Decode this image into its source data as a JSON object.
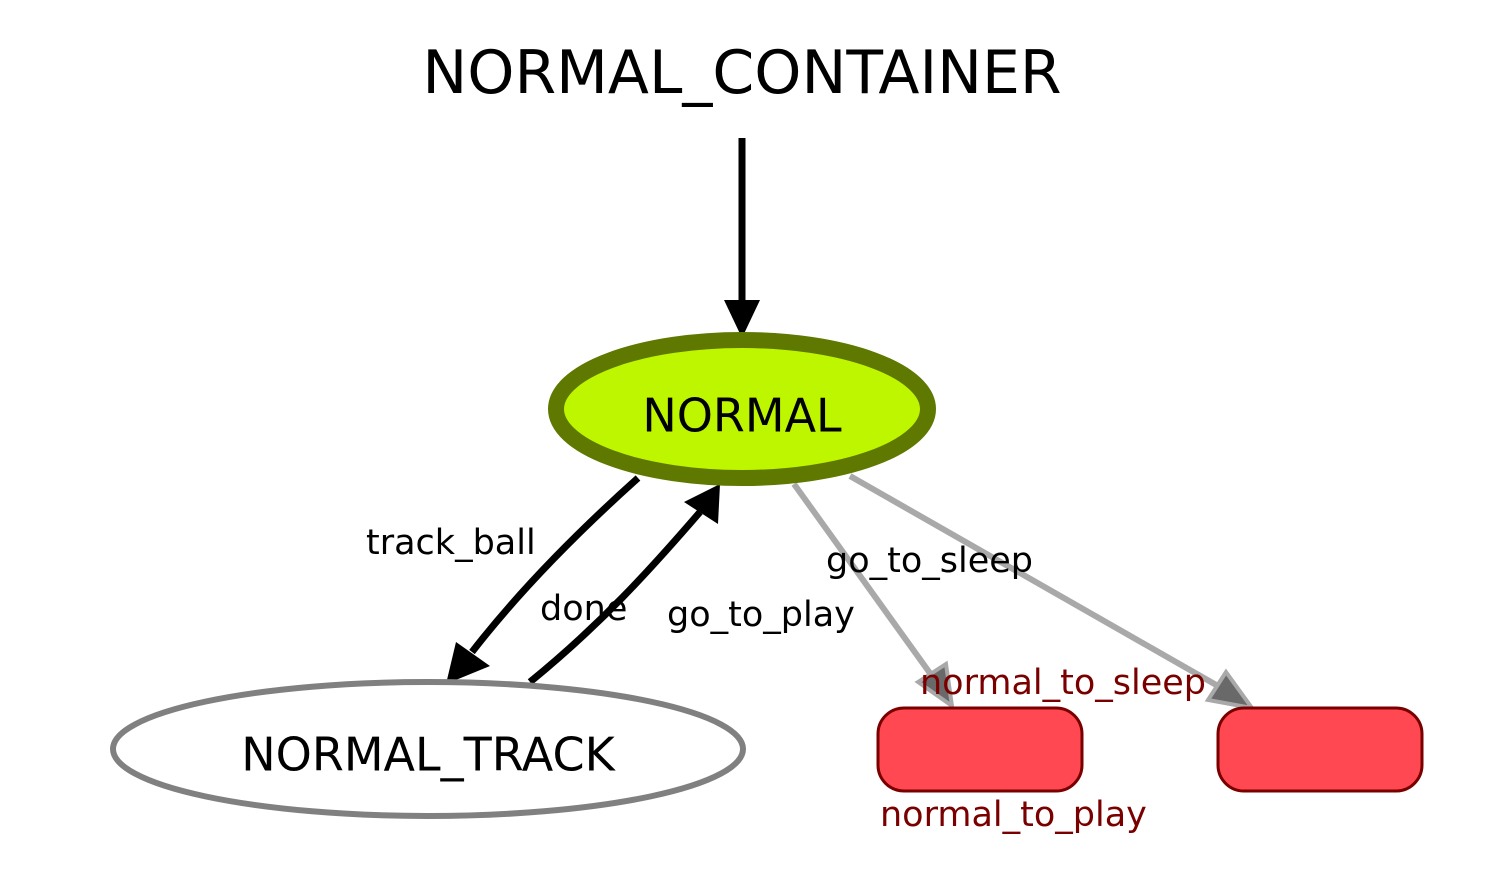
{
  "title": "NORMAL_CONTAINER",
  "nodes": {
    "normal": {
      "label": "NORMAL",
      "fill": "#bef600",
      "stroke": "#5f7800",
      "state": "active"
    },
    "normal_track": {
      "label": "NORMAL_TRACK",
      "fill": "#ffffff",
      "stroke": "#808080"
    },
    "outcome_sleep": {
      "label": "normal_to_sleep",
      "fill": "#ff4851",
      "stroke": "#7a0000"
    },
    "outcome_play": {
      "label": "normal_to_play",
      "fill": "#ff4851",
      "stroke": "#7a0000"
    }
  },
  "edges": {
    "track_ball": {
      "label": "track_ball",
      "from": "NORMAL",
      "to": "NORMAL_TRACK",
      "color": "#000000"
    },
    "done": {
      "label": "done",
      "from": "NORMAL_TRACK",
      "to": "NORMAL",
      "color": "#000000"
    },
    "go_to_play": {
      "label": "go_to_play",
      "from": "NORMAL",
      "to": "normal_to_play",
      "color": "#a9a9a9"
    },
    "go_to_sleep": {
      "label": "go_to_sleep",
      "from": "NORMAL",
      "to": "normal_to_sleep",
      "color": "#a9a9a9"
    }
  },
  "colors": {
    "initial_arrow": "#000000",
    "inactive_edge": "#a9a9a9",
    "inactive_arrowhead": "#696969"
  }
}
